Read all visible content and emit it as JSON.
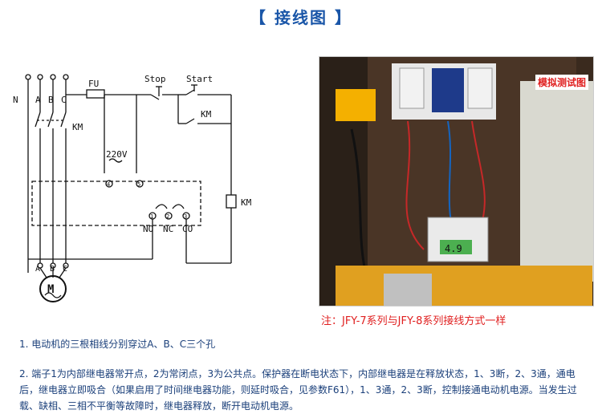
{
  "header": {
    "title": "【 接线图 】"
  },
  "diagram": {
    "terminals_top": [
      "N",
      "A",
      "B",
      "C"
    ],
    "fuse": "FU",
    "stop": "Stop",
    "start": "Start",
    "km": "KM",
    "km_contact": "KM",
    "voltage": "220V",
    "terminal_4": "4",
    "terminal_5": "5",
    "terminal_1": "1",
    "terminal_2": "2",
    "terminal_3": "3",
    "contact_no": "NO",
    "contact_nc": "NC",
    "contact_co": "CO",
    "km_coil": "KM",
    "terminals_bottom": [
      "A",
      "B",
      "C"
    ],
    "motor": "M"
  },
  "photo": {
    "tag": "模拟测试图",
    "display_value": "4.9"
  },
  "note": "注：JFY-7系列与JFY-8系列接线方式一样",
  "description": {
    "item1": "1. 电动机的三根相线分别穿过A、B、C三个孔",
    "item2": "2. 端子1为内部继电器常开点，2为常闭点，3为公共点。保护器在断电状态下，内部继电器是在释放状态，1、3断，2、3通，通电后，继电器立即吸合（如果启用了时间继电器功能，则延时吸合，见参数F61），1、3通，2、3断，控制接通电动机电源。当发生过载、缺相、三相不平衡等故障时，继电器释放，断开电动机电源。"
  }
}
